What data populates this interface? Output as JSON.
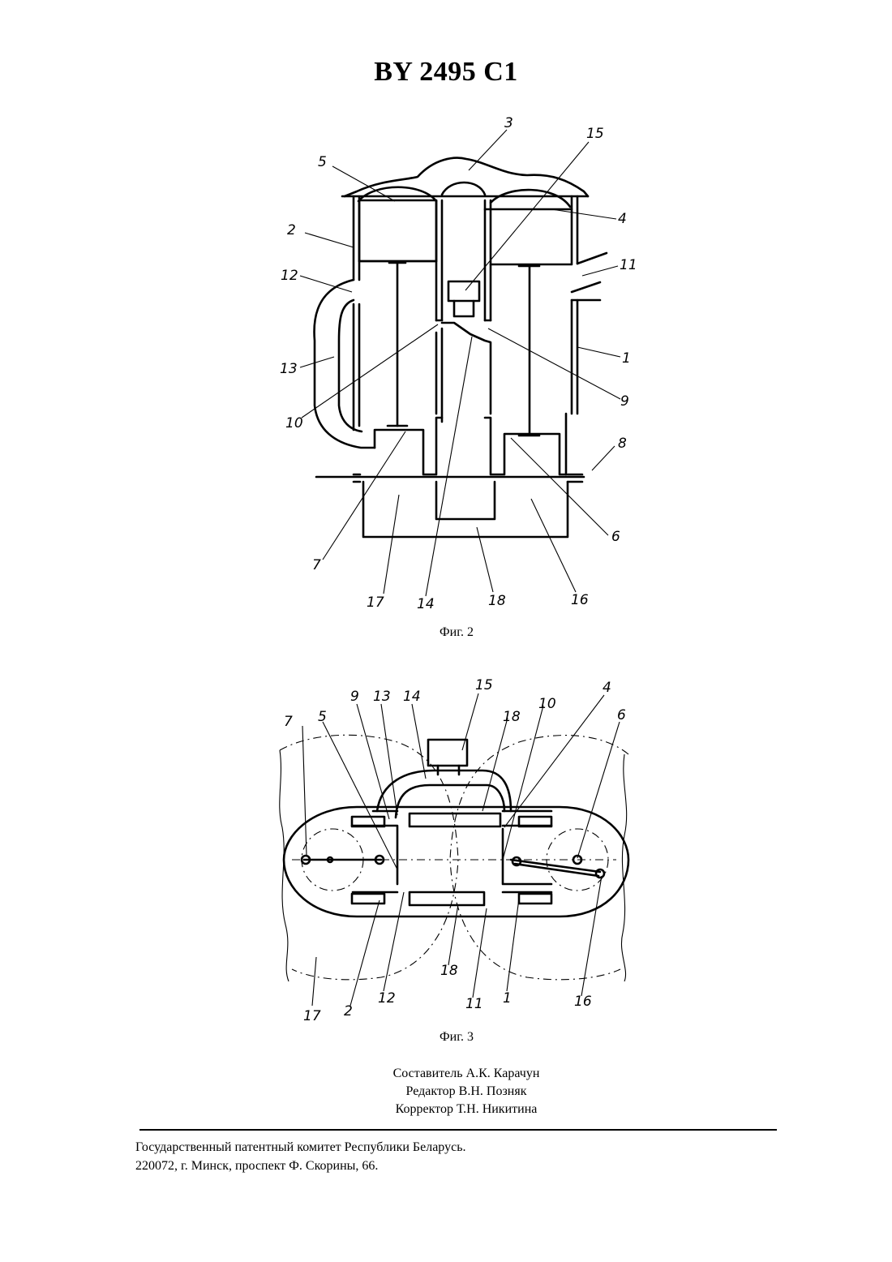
{
  "header": {
    "patent_number": "BY 2495 C1"
  },
  "figure2": {
    "caption": "Фиг. 2",
    "labels": [
      "3",
      "15",
      "5",
      "4",
      "2",
      "11",
      "12",
      "1",
      "13",
      "9",
      "10",
      "8",
      "6",
      "7",
      "17",
      "14",
      "18",
      "16"
    ]
  },
  "figure3": {
    "caption": "Фиг. 3",
    "labels": [
      "15",
      "9",
      "13",
      "14",
      "10",
      "4",
      "7",
      "5",
      "18",
      "6",
      "18",
      "17",
      "2",
      "12",
      "11",
      "1",
      "16"
    ]
  },
  "credits": {
    "compiler": "Составитель А.К. Карачун",
    "editor": "Редактор В.Н. Позняк",
    "proofreader": "Корректор Т.Н. Никитина"
  },
  "footer": {
    "line1": "Государственный патентный комитет Республики Беларусь.",
    "line2": "220072, г. Минск, проспект Ф. Скорины, 66."
  }
}
